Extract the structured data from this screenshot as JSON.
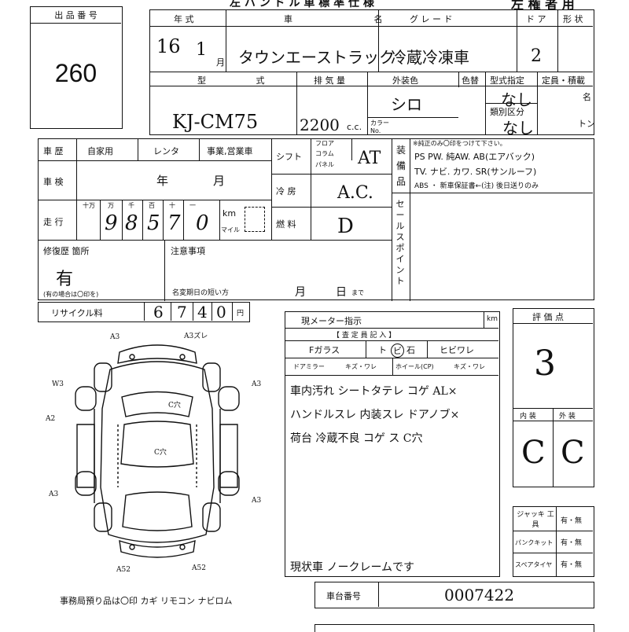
{
  "lot": {
    "label": "出 品 番 号",
    "number": "260"
  },
  "header": {
    "title": "左 ハ ン ド ル 車 標 準 仕 様",
    "right_title": "左 権 者 用"
  },
  "vehicle": {
    "nen_shiki_label": "年 式",
    "year": "16",
    "month": "1",
    "month_suffix": "月",
    "car_name_label": "車 名",
    "car_name": "タウンエーストラック",
    "grade_label": "グ レ ー ド",
    "grade": "冷蔵冷凍車",
    "doors_label": "ド ア",
    "doors": "2",
    "shape_label": "形 状",
    "type_label": "型 式",
    "model_code": "KJ-CM75",
    "displacement_label": "排 気 量",
    "displacement": "2200",
    "cc": "c.c.",
    "color_label": "外装色",
    "color": "シロ",
    "color_no_label": "色替",
    "color_code_label": "カラー No.",
    "type_designation_label": "型式指定",
    "type_designation": "なし",
    "category_label": "類別区分",
    "category": "なし",
    "capacity_label": "定員・積載",
    "capacity_unit1": "名",
    "capacity_unit2": "トン"
  },
  "history": {
    "label": "車 歴",
    "opt1": "自家用",
    "opt2": "レンタ",
    "opt3": "事業,営業車",
    "inspection_label": "車 検",
    "inspection_year": "年",
    "inspection_month": "月",
    "mileage_label": "走 行",
    "digit_labels": [
      "十万",
      "万",
      "千",
      "百",
      "十",
      "一"
    ],
    "mileage_digits": [
      "",
      "9",
      "8",
      "5",
      "7",
      "0"
    ],
    "km": "km",
    "mile": "マイル"
  },
  "shift": {
    "label": "シフト",
    "opts": [
      "フロア",
      "コラム",
      "パネル"
    ],
    "value": "AT"
  },
  "ac": {
    "label": "冷 房",
    "value": "A.C."
  },
  "fuel": {
    "label": "燃 料",
    "value": "D"
  },
  "equipment": {
    "label": "装備品",
    "note": "※純正のみ〇印をつけて下さい。",
    "line1": "PS  PW. 純AW. AB(エアバック)",
    "line2": "TV. ナビ. カワ. SR(サンルーフ)",
    "line3": "ABS ・ 新車保証書←(注) 後日送りのみ"
  },
  "sales_point": {
    "label": "セールスポイント"
  },
  "repair": {
    "label": "修復歴 箇所",
    "value": "有",
    "note": "(有の場合は〇印を)"
  },
  "notes": {
    "label": "注意事項",
    "name_change": "名変期日の短い方",
    "month": "月",
    "day": "日",
    "made": "まで"
  },
  "recycle": {
    "label": "リサイクル料",
    "digits": [
      "6",
      "7",
      "4",
      "0"
    ],
    "yen": "円"
  },
  "inspector": {
    "meter_label": "現メーター指示",
    "km": "km",
    "title": "【 査 定 員 記 入 】",
    "glass_label": "Fガラス",
    "glass_opt1": "ト",
    "glass_opt2": "ビ",
    "glass_opt3": "石",
    "glass_opt4": "ヒビワレ",
    "mirror_label": "ドアミラー",
    "mirror_opts": "キズ・ワレ",
    "wheel_label": "ホイール(CP)",
    "wheel_opts": "キズ・ワレ",
    "comments": [
      "車内汚れ シートタテレ コゲ AL×",
      "ハンドルスレ 内装スレ ドアノブ×",
      "荷台 冷蔵不良 コゲ ス C穴"
    ],
    "bottom_comment": "現状車 ノークレームです"
  },
  "grade_box": {
    "label": "評 価 点",
    "value": "3",
    "interior_label": "内 装",
    "exterior_label": "外 装",
    "interior": "C",
    "exterior": "C"
  },
  "tools": {
    "jack_label": "ジャッキ 工具",
    "puncture_label": "パンクキット",
    "spare_label": "スペアタイヤ",
    "opts": "有・無"
  },
  "chassis": {
    "label": "車台番号",
    "value": "0007422"
  },
  "office": {
    "text": "事務局預り品は〇印  カギ リモコン ナビロム"
  },
  "diagram_marks": [
    "A3",
    "A3ズレ",
    "W3",
    "A2",
    "A3",
    "A3",
    "A3",
    "C穴",
    "C穴",
    "A52",
    "A52"
  ]
}
